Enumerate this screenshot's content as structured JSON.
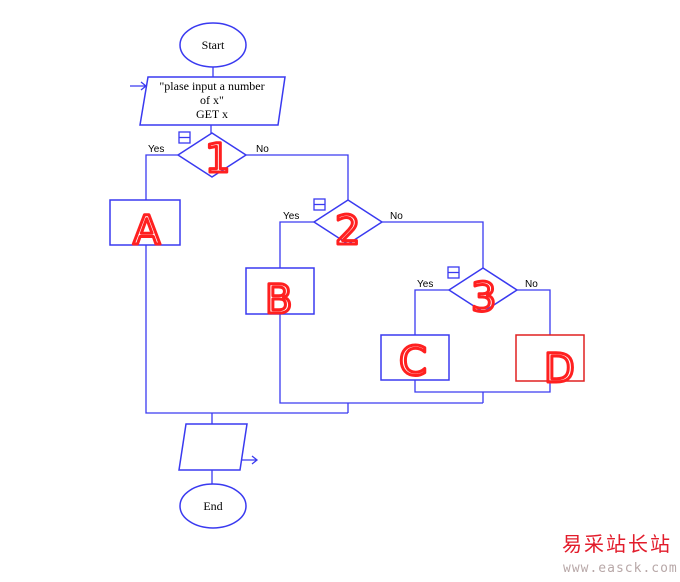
{
  "flowchart": {
    "start_label": "Start",
    "end_label": "End",
    "input_lines": [
      "\"plase input a number",
      "of x\"",
      "GET x"
    ],
    "decisions": [
      {
        "label": "1",
        "yes": "Yes",
        "no": "No"
      },
      {
        "label": "2",
        "yes": "Yes",
        "no": "No"
      },
      {
        "label": "3",
        "yes": "Yes",
        "no": "No"
      }
    ],
    "processes": [
      "A",
      "B",
      "C",
      "D"
    ],
    "colors": {
      "line": "#3a3af0",
      "handwriting": "#ff2020",
      "highlight_box": "#e02020"
    }
  },
  "watermark": {
    "name": "易采站长站",
    "url": "www.easck.com"
  }
}
